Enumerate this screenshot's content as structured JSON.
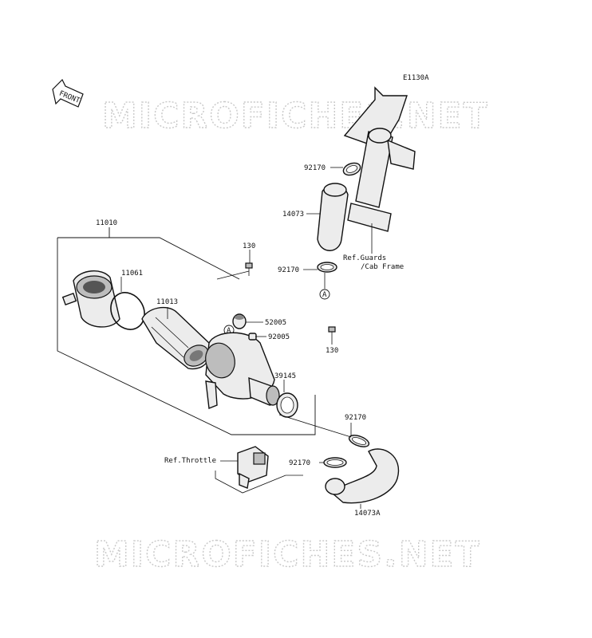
{
  "diagram_code": "E1130A",
  "front_marker": "FRONT",
  "watermark": "MICROFICHES.NET",
  "callout_letter": "A",
  "labels": {
    "p11010": "11010",
    "p11061": "11061",
    "p11013": "11013",
    "p130_top": "130",
    "p130_right": "130",
    "p52005": "52005",
    "p92005": "92005",
    "p39145": "39145",
    "p92170_a": "92170",
    "p92170_b": "92170",
    "p92170_c": "92170",
    "p92170_d": "92170",
    "p14073": "14073",
    "p14073A": "14073A",
    "ref_guards_1": "Ref.Guards",
    "ref_guards_2": "/Cab Frame",
    "ref_throttle": "Ref.Throttle"
  }
}
